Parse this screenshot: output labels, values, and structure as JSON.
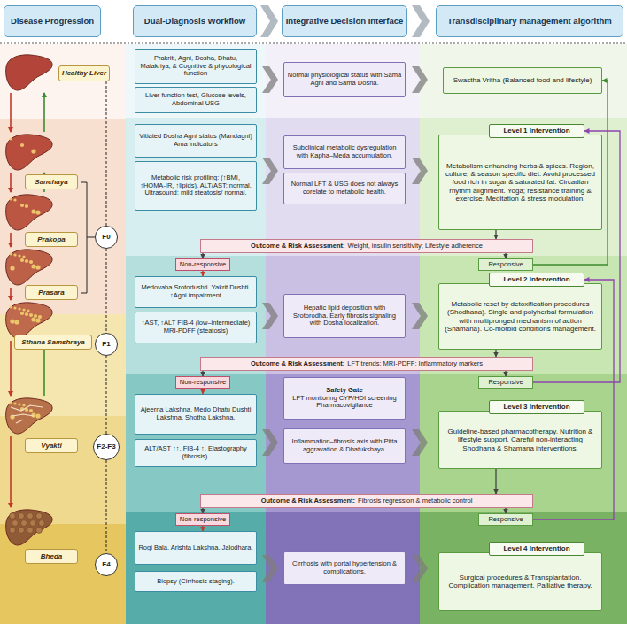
{
  "diagram": {
    "nodes": [
      {
        "text": [
          "Disease Progression"
        ]
      },
      {
        "text": [
          "Dual-Diagnosis Workflow"
        ]
      },
      {
        "text": [
          "Integrative Decision Interface"
        ]
      },
      {
        "text": [
          "Transdisciplinary management algorithm"
        ]
      },
      {
        "text": [
          "Healthy Liver"
        ]
      },
      {
        "text": [
          "Prakriti, Agni, Dosha, Dhatu, Malakriya, & Cognitive & phycological function"
        ]
      },
      {
        "text": [
          "Liver function test, Glucose levels, Abdominal USG"
        ]
      },
      {
        "text": [
          "Normal physiological status with Sama Agni and Sama Dosha."
        ]
      },
      {
        "text": [
          "Swastha Vritha (Balanced food and lifestyle)"
        ]
      },
      {
        "text": [
          "Sanchaya"
        ]
      },
      {
        "text": [
          "Prakopa"
        ]
      },
      {
        "text": [
          "Prasara"
        ]
      },
      {
        "text": [
          "F0"
        ]
      },
      {
        "text": [
          "Vitiated Dosha Agni status (Mandagni) Ama indicators"
        ]
      },
      {
        "text": [
          "Metabolic risk profiling: (↑BMI, ↑HOMA-IR, ↑lipids). ALT/AST: normal. Ultrasound: mild steatosis/ normal."
        ]
      },
      {
        "text": [
          "Subclinical metabolic dysregulation with Kapha–Meda accumulation."
        ]
      },
      {
        "text": [
          "Normal LFT & USG does not always corelate to metabolic health."
        ]
      },
      {
        "text": [
          "Level 1 Intervention"
        ]
      },
      {
        "text": [
          "Metabolism enhancing herbs & spices. Region, culture, & season specific diet. Avoid processed food rich in sugar & saturated fat. Circadian rhythm alignment. Yoga; resistance training & exercise. Meditation & stress modulation."
        ]
      },
      {
        "text": [
          "Outcome & Risk Assessment:",
          "Weight, insulin sensitivity; Lifestyle adherence"
        ]
      },
      {
        "text": [
          "Non-responsive"
        ]
      },
      {
        "text": [
          "Responsive"
        ]
      },
      {
        "text": [
          "Sthana Samshraya"
        ]
      },
      {
        "text": [
          "F1"
        ]
      },
      {
        "text": [
          "Medovaha Srotodushti. Yakrit Dushti. ↑Agni impairment"
        ]
      },
      {
        "text": [
          "↑AST, ↑ALT FIB-4 (low–intermediate) MRI-PDFF (steatosis)"
        ]
      },
      {
        "text": [
          "Hepatic lipid deposition with Srotorodha. Early fibrosis signaling with Dosha localization."
        ]
      },
      {
        "text": [
          "Level 2 Intervention"
        ]
      },
      {
        "text": [
          "Metabolic reset by detoxification procedures (Shodhana). Single and polyherbal formulation with multipronged mechanism of action (Shamana). Co-morbid conditions management."
        ]
      },
      {
        "text": [
          "Outcome & Risk Assessment:",
          "LFT trends; MRI-PDFF; Inflammatory markers"
        ]
      },
      {
        "text": [
          "Non-responsive"
        ]
      },
      {
        "text": [
          "Responsive"
        ]
      },
      {
        "text": [
          "Vyakti"
        ]
      },
      {
        "text": [
          "F2-F3"
        ]
      },
      {
        "text": [
          "Ajeerna Lakshna. Medo Dhatu Dushti Lakshna. Shotha Lakshna."
        ]
      },
      {
        "text": [
          "ALT/AST ↑↑, FIB-4 ↑, Elastography (fibrosis)."
        ]
      },
      {
        "text": [
          "Safety Gate",
          "LFT monitoring CYP/HDI screening Pharmacovigilance"
        ]
      },
      {
        "text": [
          "Inflammation–fibrosis axis with Pitta aggravation & Dhatukshaya."
        ]
      },
      {
        "text": [
          "Level 3 Intervention"
        ]
      },
      {
        "text": [
          "Guideline-based pharmacotherapy. Nutrition & lifestyle support. Careful non-interacting Shodhana & Shamana interventions."
        ]
      },
      {
        "text": [
          "Outcome & Risk Assessment:",
          "Fibrosis regression & metabolic control"
        ]
      },
      {
        "text": [
          "Non-responsive"
        ]
      },
      {
        "text": [
          "Responsive"
        ]
      },
      {
        "text": [
          "Bheda"
        ]
      },
      {
        "text": [
          "F4"
        ]
      },
      {
        "text": [
          "Rogi Bala. Arishta Lakshna. Jalodhara."
        ]
      },
      {
        "text": [
          "Biopsy (Cirrhosis staging)."
        ]
      },
      {
        "text": [
          "Cirrhosis with portal hypertension & complications."
        ]
      },
      {
        "text": [
          "Level 4 Intervention"
        ]
      },
      {
        "text": [
          "Surgical procedures & Transplantation. Complication management. Palliative therapy."
        ]
      }
    ],
    "edges": [
      {
        "from": 4,
        "to": 12,
        "arrow": "none"
      },
      {
        "from": 12,
        "to": 23,
        "arrow": "none"
      },
      {
        "from": 23,
        "to": 33,
        "arrow": "none"
      },
      {
        "from": 33,
        "to": 44,
        "arrow": "none"
      },
      {
        "from": 18,
        "to": 19,
        "arrow": "to"
      },
      {
        "from": 19,
        "to": 20,
        "arrow": "to"
      },
      {
        "from": 19,
        "to": 21,
        "arrow": "to"
      },
      {
        "from": 20,
        "to": 24,
        "arrow": "to"
      },
      {
        "from": 21,
        "to": 8,
        "arrow": "to"
      },
      {
        "from": 28,
        "to": 29,
        "arrow": "to"
      },
      {
        "from": 29,
        "to": 30,
        "arrow": "to"
      },
      {
        "from": 29,
        "to": 31,
        "arrow": "to"
      },
      {
        "from": 30,
        "to": 34,
        "arrow": "to"
      },
      {
        "from": 31,
        "to": 17,
        "arrow": "to"
      },
      {
        "from": 39,
        "to": 40,
        "arrow": "to"
      },
      {
        "from": 40,
        "to": 41,
        "arrow": "to"
      },
      {
        "from": 40,
        "to": 42,
        "arrow": "to"
      },
      {
        "from": 41,
        "to": 45,
        "arrow": "to"
      },
      {
        "from": 42,
        "to": 27,
        "arrow": "to"
      }
    ]
  }
}
